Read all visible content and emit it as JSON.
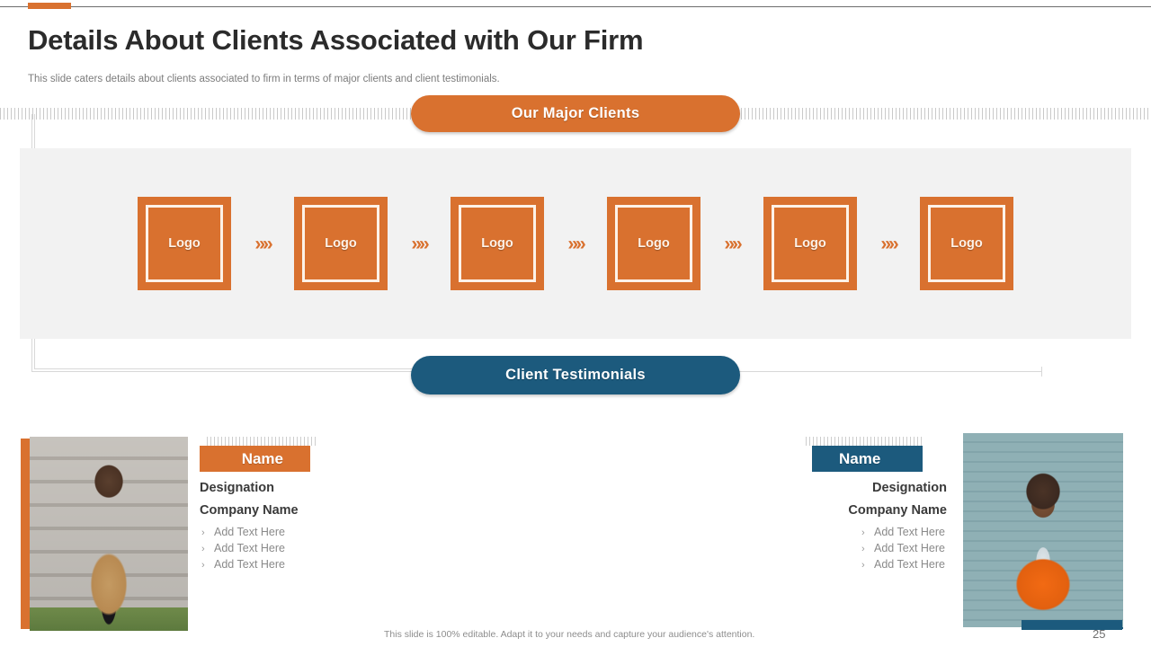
{
  "slide": {
    "title": "Details About Clients Associated with Our Firm",
    "subtitle": "This slide caters details about clients associated to firm in terms of major clients and client testimonials.",
    "page_number": "25",
    "footer_note": "This slide is 100% editable. Adapt it to your needs and capture your audience's attention."
  },
  "colors": {
    "orange": "#d9712f",
    "teal": "#1c5a7d",
    "panel_gray": "#f2f2f2",
    "title_gray": "#2b2b2b",
    "body_gray": "#8a8a8a"
  },
  "sections": {
    "major_clients": {
      "pill_label": "Our Major Clients",
      "logos": [
        {
          "label": "Logo"
        },
        {
          "label": "Logo"
        },
        {
          "label": "Logo"
        },
        {
          "label": "Logo"
        },
        {
          "label": "Logo"
        },
        {
          "label": "Logo"
        }
      ],
      "separator_glyph": "»»"
    },
    "testimonials": {
      "pill_label": "Client Testimonials",
      "cards": [
        {
          "accent": "orange",
          "name": "Name",
          "designation": "Designation",
          "company": "Company Name",
          "bullet_glyph": "›",
          "bullets": [
            "Add Text Here",
            "Add Text Here",
            "Add Text Here"
          ],
          "photo_alt": "man-on-phone-photo"
        },
        {
          "accent": "teal",
          "name": "Name",
          "designation": "Designation",
          "company": "Company Name",
          "bullet_glyph": "›",
          "bullets": [
            "Add Text Here",
            "Add Text Here",
            "Add Text Here"
          ],
          "photo_alt": "woman-orange-blazer-photo"
        }
      ]
    }
  }
}
